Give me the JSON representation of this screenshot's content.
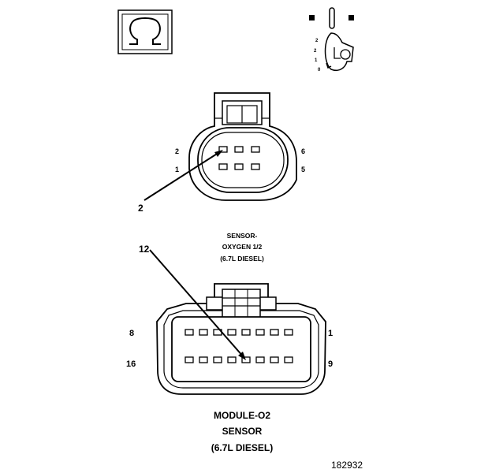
{
  "symbol": {
    "icon": "ohm-icon",
    "glyph": "Ω"
  },
  "ignition": {
    "icon": "ignition-key-icon",
    "positions": [
      "2",
      "2",
      "1",
      "0"
    ]
  },
  "sensor_connector": {
    "pin_labels": [
      "2",
      "1",
      "6",
      "5"
    ],
    "callout": "2",
    "caption": [
      "SENSOR-",
      "OXYGEN 1/2",
      "(6.7L DIESEL)"
    ]
  },
  "module_connector": {
    "callout": "12",
    "pin_labels": [
      "8",
      "1",
      "16",
      "9"
    ],
    "caption": [
      "MODULE-O2",
      "SENSOR",
      "(6.7L DIESEL)"
    ]
  },
  "figure_id": "182932"
}
